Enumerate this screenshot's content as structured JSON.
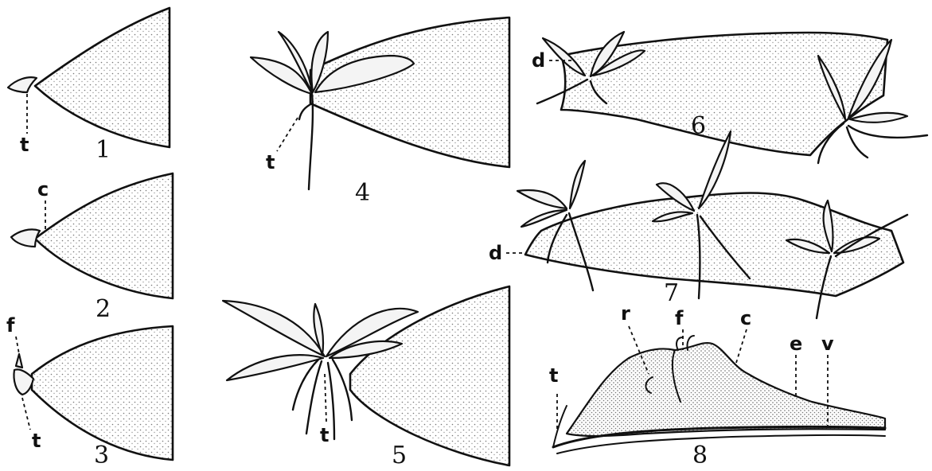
{
  "figures": [
    {
      "number": "1",
      "labels": [
        "t"
      ]
    },
    {
      "number": "2",
      "labels": [
        "c"
      ]
    },
    {
      "number": "3",
      "labels": [
        "f",
        "t"
      ]
    },
    {
      "number": "4",
      "labels": [
        "t"
      ]
    },
    {
      "number": "5",
      "labels": [
        "t"
      ]
    },
    {
      "number": "6",
      "labels": [
        "d"
      ]
    },
    {
      "number": "7",
      "labels": [
        "d"
      ]
    },
    {
      "number": "8",
      "labels": [
        "t",
        "r",
        "f",
        "c",
        "e",
        "v"
      ]
    }
  ]
}
